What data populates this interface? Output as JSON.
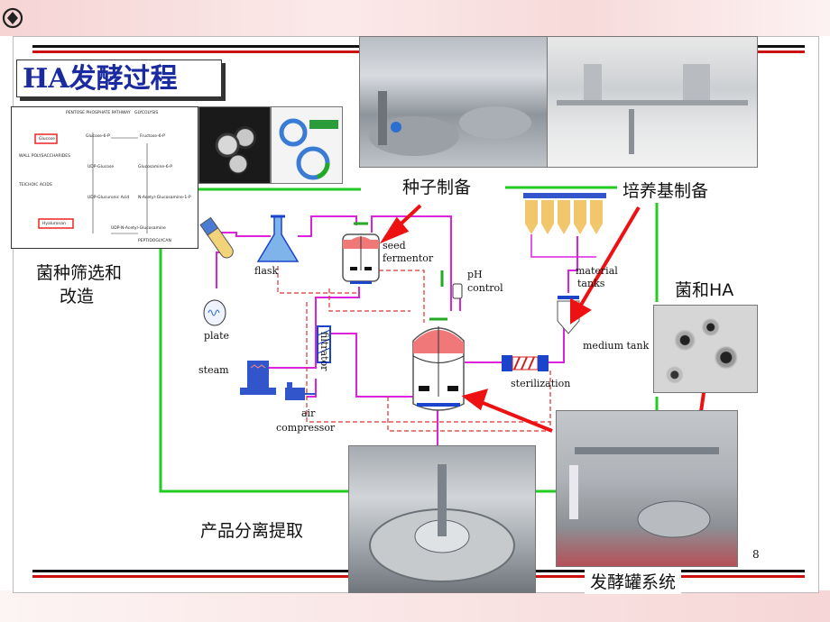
{
  "title": "HA发酵过程",
  "labels": {
    "seed_prep": "种子制备",
    "medium_prep": "培养基制备",
    "strain_screen_line1": "菌种筛选和",
    "strain_screen_line2": "改造",
    "bacteria_ha": "菌和HA",
    "product_sep": "产品分离提取",
    "fermenter_system": "发酵罐系统"
  },
  "diagram": {
    "plate": "plate",
    "flask": "flask",
    "seed_fermentor_line1": "seed",
    "seed_fermentor_line2": "fermentor",
    "ph_control_line1": "pH",
    "ph_control_line2": "control",
    "material_tanks_line1": "material",
    "material_tanks_line2": "tanks",
    "medium_tank": "medium tank",
    "filtrator": "filtrator",
    "steam": "steam",
    "air_compressor_line1": "air",
    "air_compressor_line2": "compressor",
    "sterilization": "sterilization"
  },
  "pathway": {
    "heading_left": "PENTOSE PHOSPHATE PATHWAY",
    "heading_right": "GLYCOLYSIS",
    "glucose": "Glucose",
    "glucose_6p": "Glucose-6-P",
    "fructose_6p": "Fructose-6-P",
    "udp_glucose": "UDP-Glucose",
    "udp_glucuronic": "UDP-Glucuronic Acid",
    "glucosamine_6p": "Glucosamine-6-P",
    "n_acetyl": "N-Acetyl-Glucosamine-1-P",
    "udp_nacetyl": "UDP-N-Acetyl-Glucosamine",
    "hyaluronan": "Hyaluronan",
    "peptidoglycan": "PEPTIDOGLYCAN",
    "teichoic": "TEICHOIC ACIDS",
    "polysaccharides": "WALL POLYSACCHARIDES"
  },
  "page_number": "8",
  "colors": {
    "title_blue": "#1a2aa0",
    "red_rule": "#cc1111",
    "green_line": "#22cc22",
    "magenta_line": "#dd22dd",
    "dashed_red": "#dd3333",
    "arrow_red": "#ee1111",
    "tank_pink": "#f07878",
    "tank_blue": "#1a44cc",
    "material_tank_yellow": "#f2c66a"
  }
}
